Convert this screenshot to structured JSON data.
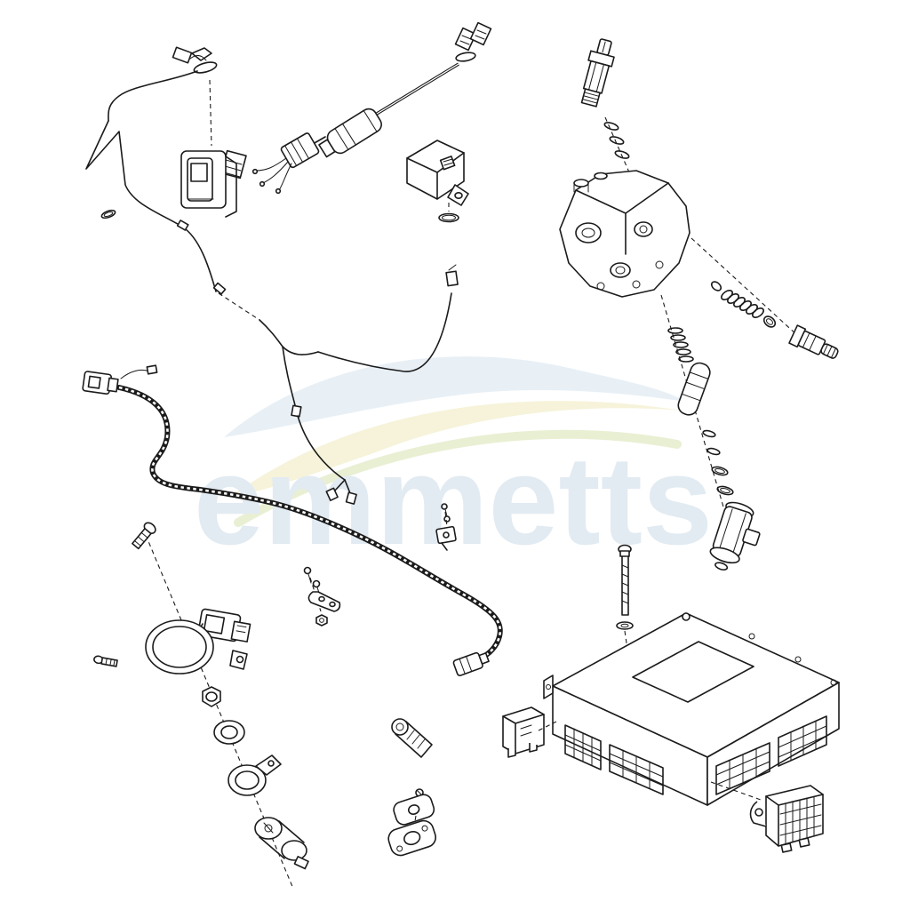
{
  "watermark": {
    "text": "emmetts"
  },
  "colors": {
    "background": "#ffffff",
    "line": "#1b1b1b",
    "watermark-text": "#e2ebf2",
    "swoosh-blue": "#e8f0f6",
    "swoosh-yellow": "#f6f3da",
    "swoosh-green": "#e9efd3"
  },
  "diagram": {
    "type": "exploded-parts-diagram",
    "parts": [
      {
        "id": "harness-switch-assembly"
      },
      {
        "id": "sensor-cable-assembly"
      },
      {
        "id": "pressure-sensor"
      },
      {
        "id": "signal-wire"
      },
      {
        "id": "hydraulic-valve-assembly"
      },
      {
        "id": "corrugated-hose-harness"
      },
      {
        "id": "clamp-bracket-small"
      },
      {
        "id": "clip-bracket-small"
      },
      {
        "id": "ignition-switch-assembly"
      },
      {
        "id": "mounting-bolt"
      },
      {
        "id": "cable-clamp"
      },
      {
        "id": "ecu-module-assembly"
      },
      {
        "id": "fuse-relay"
      },
      {
        "id": "relay-module"
      }
    ]
  }
}
